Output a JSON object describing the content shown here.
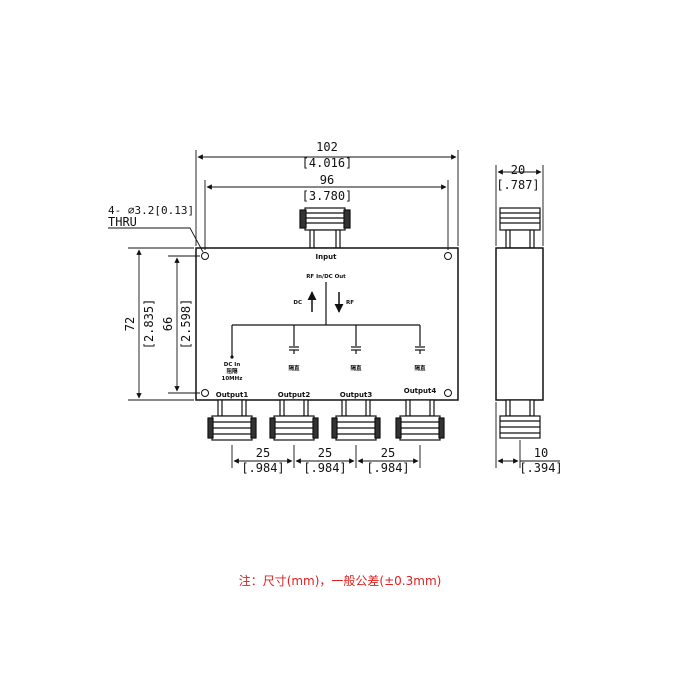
{
  "dimensions": {
    "overall_width_mm": "102",
    "overall_width_in": "[4.016]",
    "hole_spacing_mm": "96",
    "hole_spacing_in": "[3.780]",
    "hole_callout": "4- ⌀3.2[0.13]",
    "hole_callout_2": "THRU",
    "overall_height_mm": "72",
    "overall_height_in": "[2.835]",
    "hole_height_mm": "66",
    "hole_height_in": "[2.598]",
    "pitch_1_mm": "25",
    "pitch_1_in": "[.984]",
    "pitch_2_mm": "25",
    "pitch_2_in": "[.984]",
    "pitch_3_mm": "25",
    "pitch_3_in": "[.984]",
    "side_depth_mm": "20",
    "side_depth_in": "[.787]",
    "side_offset_mm": "10",
    "side_offset_in": "[.394]"
  },
  "labels": {
    "input": "Input",
    "rf_dc_out": "RF In/DC Out",
    "dc": "DC",
    "rf": "RF",
    "dc_in": "DC In",
    "dc_in_2": "阻隔",
    "dc_in_3": "10MHz",
    "cap_1": "隔直",
    "cap_2": "隔直",
    "cap_3": "隔直",
    "output_1": "Output1",
    "output_2": "Output2",
    "output_3": "Output3",
    "output_4": "Output4"
  },
  "note": "注：尺寸(mm)，一般公差(±0.3mm)"
}
